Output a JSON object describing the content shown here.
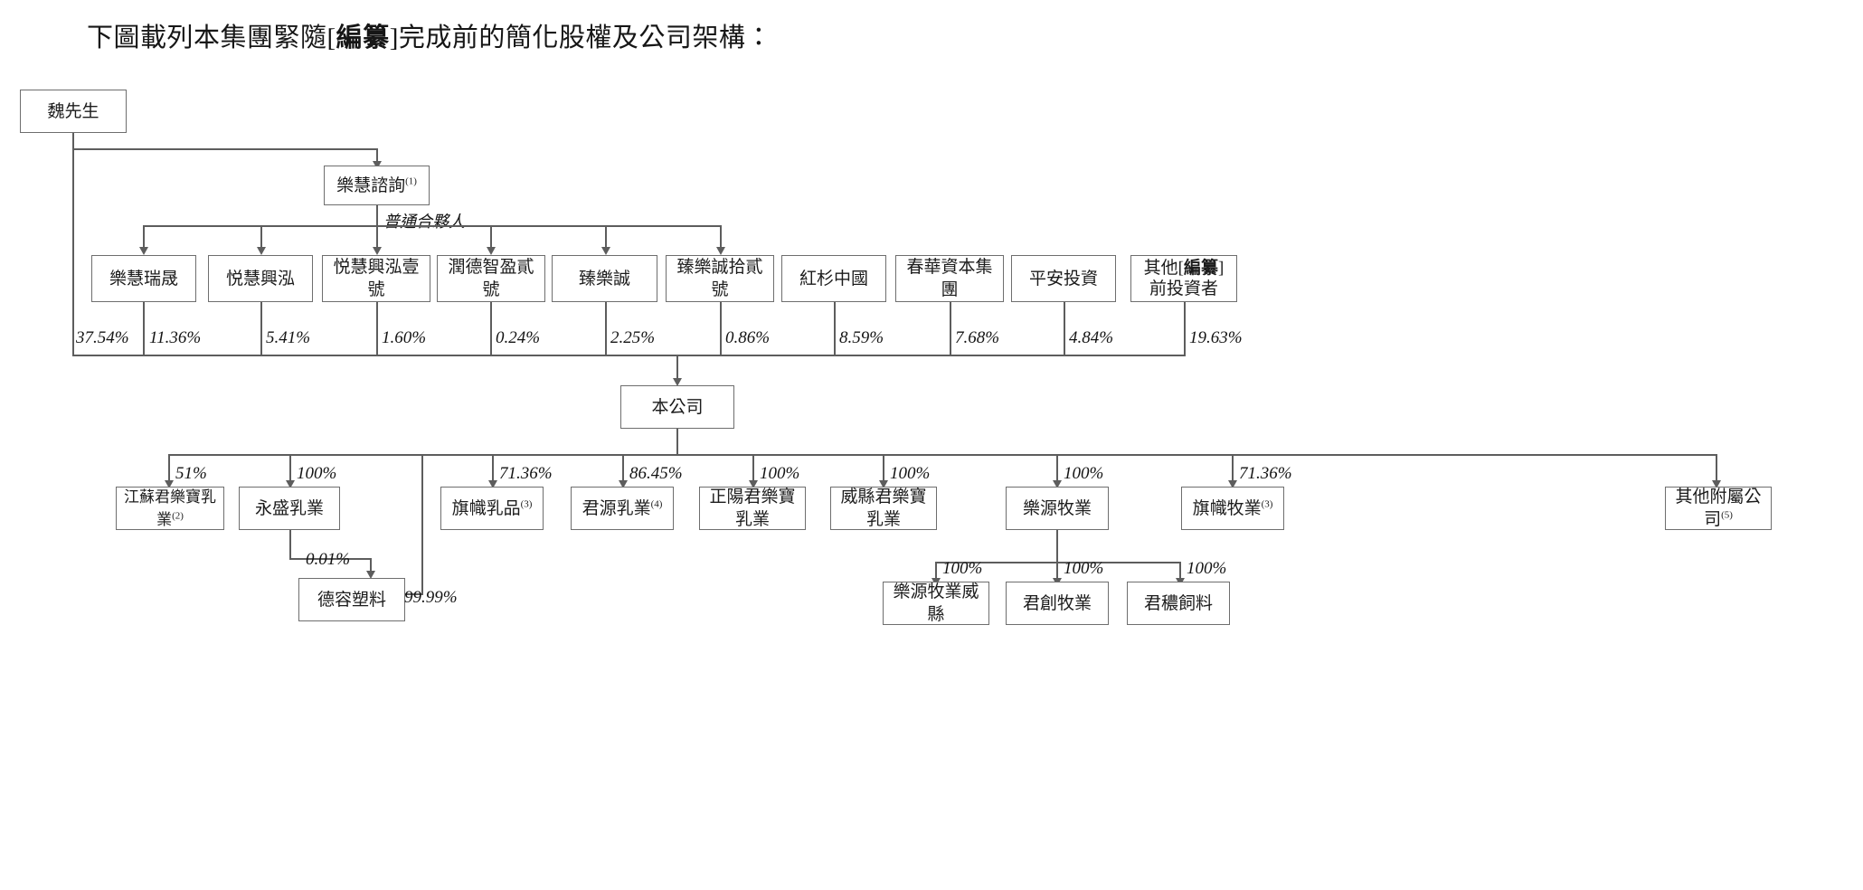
{
  "document": {
    "intro_prefix": "下圖載列本集團緊隨[",
    "intro_bold": "編纂",
    "intro_suffix": "]完成前的簡化股權及公司架構："
  },
  "nodes": {
    "mr_wei": {
      "label": "魏先生"
    },
    "lehui_consulting": {
      "label": "樂慧諮詢",
      "note": "(1)"
    },
    "company": {
      "label": "本公司"
    },
    "lehui_ruisheng": {
      "label": "樂慧瑞晟"
    },
    "yuehui_xinghong": {
      "label": "悦慧興泓"
    },
    "yuehui_xinghong_1": {
      "label": "悦慧興泓壹號"
    },
    "runde_zhiying_2": {
      "label": "潤德智盈貳號"
    },
    "zhenlecheng": {
      "label": "臻樂誠"
    },
    "zhenlecheng_12": {
      "label": "臻樂誠拾貳號"
    },
    "sequoia_china": {
      "label": "紅杉中國"
    },
    "chunhua_capital": {
      "label": "春華資本集團"
    },
    "pingan_investment": {
      "label": "平安投資"
    },
    "other_pre_investors": {
      "line1_prefix": "其他[",
      "line1_bold": "編纂",
      "line1_suffix": "]",
      "line2": "前投資者"
    },
    "jiangsu_junlebao": {
      "label": "江蘇君樂寶乳業",
      "note": "(2)"
    },
    "yongsheng_dairy": {
      "label": "永盛乳業"
    },
    "derong_plastics": {
      "label": "德容塑料"
    },
    "qizhi_dairy": {
      "label": "旗幟乳品",
      "note": "(3)"
    },
    "junyuan_dairy": {
      "label": "君源乳業",
      "note": "(4)"
    },
    "zhengyang_junlebao": {
      "label": "正陽君樂寶乳業"
    },
    "weixian_junlebao": {
      "label": "威縣君樂寶乳業"
    },
    "leyuan_husbandry": {
      "label": "樂源牧業"
    },
    "qizhi_husbandry": {
      "label": "旗幟牧業",
      "note": "(3)"
    },
    "other_subsidiaries": {
      "label": "其他附屬公司",
      "note": "(5)"
    },
    "leyuan_husbandry_weixian": {
      "label": "樂源牧業威縣"
    },
    "junchuang_husbandry": {
      "label": "君創牧業"
    },
    "junnong_feed": {
      "label": "君穠飼料"
    }
  },
  "edge_labels": {
    "general_partner": "普通合夥人",
    "pct_lehui_ruisheng": "37.54%",
    "pct_mr_wei_direct": "11.36%",
    "pct_yuehui_xinghong": "5.41%",
    "pct_yuehui_xinghong_1": "1.60%",
    "pct_runde_zhiying_2": "0.24%",
    "pct_zhenlecheng": "2.25%",
    "pct_zhenlecheng_12": "0.86%",
    "pct_sequoia_china": "8.59%",
    "pct_chunhua_capital": "7.68%",
    "pct_pingan_investment": "4.84%",
    "pct_other_pre_investors": "19.63%",
    "pct_jiangsu_junlebao": "51%",
    "pct_yongsheng_dairy": "100%",
    "pct_derong_from_yongsheng": "0.01%",
    "pct_derong_from_company": "99.99%",
    "pct_qizhi_dairy": "71.36%",
    "pct_junyuan_dairy": "86.45%",
    "pct_zhengyang_junlebao": "100%",
    "pct_weixian_junlebao": "100%",
    "pct_leyuan_husbandry": "100%",
    "pct_qizhi_husbandry": "71.36%",
    "pct_leyuan_weixian": "100%",
    "pct_junchuang_husbandry": "100%",
    "pct_junnong_feed": "100%"
  },
  "colors": {
    "box_border": "#6e6e6e",
    "line": "#5d5d5d",
    "text": "#1c1c1c",
    "background": "#ffffff"
  }
}
